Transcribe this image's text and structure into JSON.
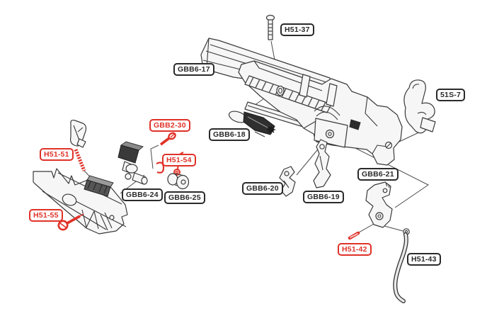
{
  "diagram": {
    "description": "Exploded gun parts diagram",
    "background": "#ffffff",
    "outline_color": "#3a3a3a",
    "highlight_color": "#e03228",
    "black_label_color": "#2a2a2a"
  },
  "labels": [
    {
      "text": "GBB6-17",
      "style": "black",
      "css": "plabel black"
    },
    {
      "text": "H51-37",
      "style": "black",
      "css": "plabel black"
    },
    {
      "text": "51S-7",
      "style": "black",
      "css": "plabel black"
    },
    {
      "text": "GBB2-30",
      "style": "red",
      "css": "plabel red"
    },
    {
      "text": "GBB6-18",
      "style": "black",
      "css": "plabel black"
    },
    {
      "text": "H51-51",
      "style": "red",
      "css": "plabel red"
    },
    {
      "text": "H51-54",
      "style": "red",
      "css": "plabel red"
    },
    {
      "text": "GBB6-24",
      "style": "black",
      "css": "plabel black"
    },
    {
      "text": "GBB6-25",
      "style": "black",
      "css": "plabel black"
    },
    {
      "text": "GBB6-20",
      "style": "black",
      "css": "plabel black"
    },
    {
      "text": "GBB6-19",
      "style": "black",
      "css": "plabel black"
    },
    {
      "text": "GBB6-21",
      "style": "black",
      "css": "plabel black"
    },
    {
      "text": "H51-55",
      "style": "red",
      "css": "plabel red"
    },
    {
      "text": "H51-42",
      "style": "red",
      "css": "plabel red"
    },
    {
      "text": "H51-43",
      "style": "black",
      "css": "plabel black"
    }
  ]
}
